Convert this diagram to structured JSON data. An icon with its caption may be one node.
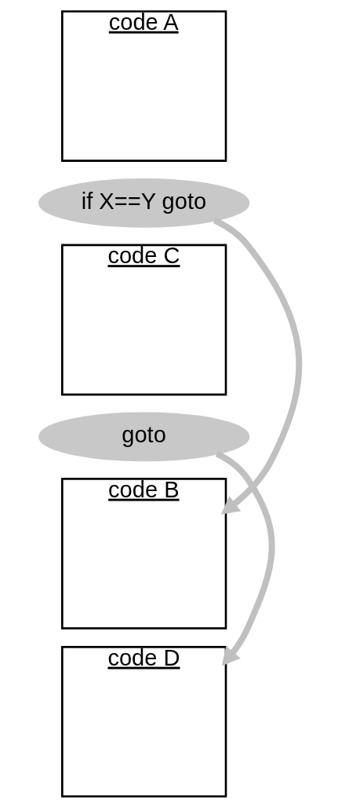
{
  "diagram": {
    "nodes": [
      {
        "text": [
          "code A"
        ]
      },
      {
        "text": [
          "if X==Y goto"
        ]
      },
      {
        "text": [
          "code C"
        ]
      },
      {
        "text": [
          "goto"
        ]
      },
      {
        "text": [
          "code B"
        ]
      },
      {
        "text": [
          "code D"
        ]
      }
    ],
    "edges": [
      {
        "from": 1,
        "to": 4,
        "arrow": "to"
      },
      {
        "from": 3,
        "to": 5,
        "arrow": "to"
      }
    ]
  }
}
